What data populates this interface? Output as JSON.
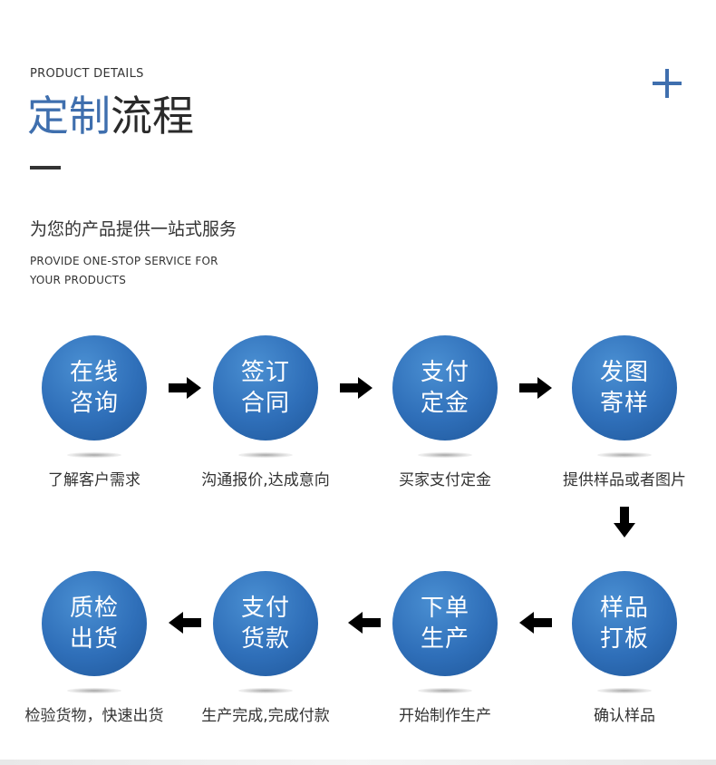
{
  "header": {
    "eyebrow": "PRODUCT DETAILS",
    "title_accent": "定制",
    "title_rest": "流程",
    "subtitle": "为您的产品提供一站式服务",
    "subtitle_en_line1": "PROVIDE ONE-STOP SERVICE FOR",
    "subtitle_en_line2": "YOUR PRODUCTS"
  },
  "steps": [
    {
      "line1": "在线",
      "line2": "咨询",
      "caption": "了解客户需求"
    },
    {
      "line1": "签订",
      "line2": "合同",
      "caption": "沟通报价,达成意向"
    },
    {
      "line1": "支付",
      "line2": "定金",
      "caption": "买家支付定金"
    },
    {
      "line1": "发图",
      "line2": "寄样",
      "caption": "提供样品或者图片"
    },
    {
      "line1": "样品",
      "line2": "打板",
      "caption": "确认样品"
    },
    {
      "line1": "下单",
      "line2": "生产",
      "caption": "开始制作生产"
    },
    {
      "line1": "支付",
      "line2": "货款",
      "caption": "生产完成,完成付款"
    },
    {
      "line1": "质检",
      "line2": "出货",
      "caption": "检验货物，快速出货"
    }
  ],
  "colors": {
    "accent": "#3f6fae",
    "circle": "#2f6fb9",
    "arrow": "#000000"
  },
  "icons": {
    "plus": "plus-icon",
    "arrow_right": "arrow-right-icon",
    "arrow_down": "arrow-down-icon",
    "arrow_left": "arrow-left-icon"
  }
}
